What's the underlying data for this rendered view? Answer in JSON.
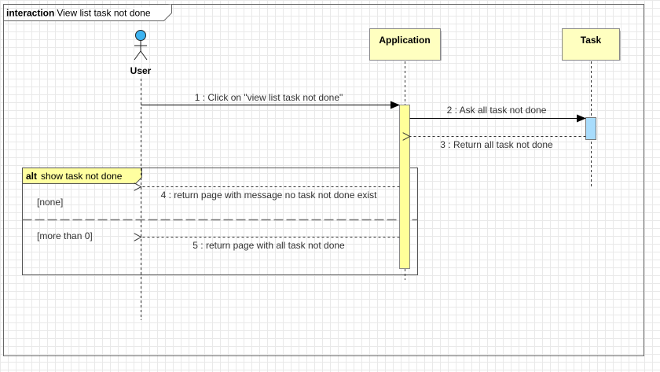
{
  "frame": {
    "keyword": "interaction",
    "name": "View list task not done"
  },
  "participants": {
    "user": "User",
    "application": "Application",
    "task": "Task"
  },
  "messages": {
    "m1": "1 : Click on \"view list task not done\"",
    "m2": "2 : Ask all task not done",
    "m3": "3 : Return all task not done",
    "m4": "4 : return page with message no task not done exist",
    "m5": "5 : return page with all task not done"
  },
  "fragment": {
    "keyword": "alt",
    "name": "show task not done",
    "guard1": "[none]",
    "guard2": "[more than 0]"
  },
  "colors": {
    "participant_fill": "#ffffc0",
    "activation_fill": "#ffff99",
    "task_activation_fill": "#a8dcfc",
    "actor_fill": "#3db3f0",
    "fragment_tab_fill": "#ffffa0"
  }
}
